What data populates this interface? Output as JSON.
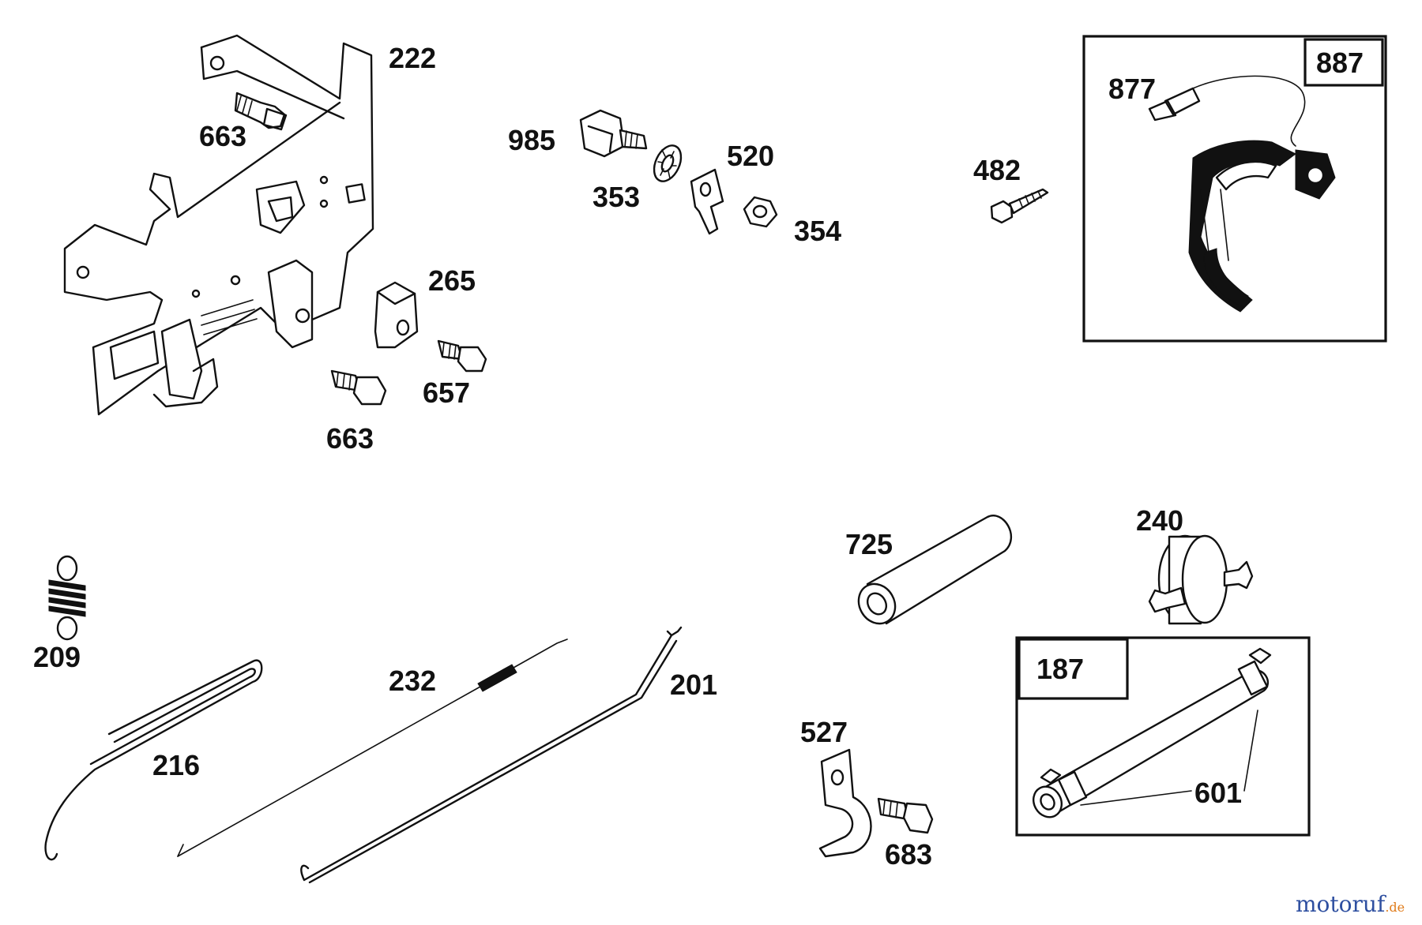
{
  "labels": {
    "l222": "222",
    "l663a": "663",
    "l985": "985",
    "l520": "520",
    "l353": "353",
    "l354": "354",
    "l482": "482",
    "l887": "887",
    "l877": "877",
    "l265": "265",
    "l657": "657",
    "l663b": "663",
    "l725": "725",
    "l240": "240",
    "l209": "209",
    "l232": "232",
    "l201": "201",
    "l216": "216",
    "l527": "527",
    "l683": "683",
    "l187": "187",
    "l601": "601"
  },
  "watermark": {
    "brand": "motoruf",
    "suffix": ".de",
    "color_main": "#2e4fa0",
    "color_accent": "#e07b1a"
  }
}
